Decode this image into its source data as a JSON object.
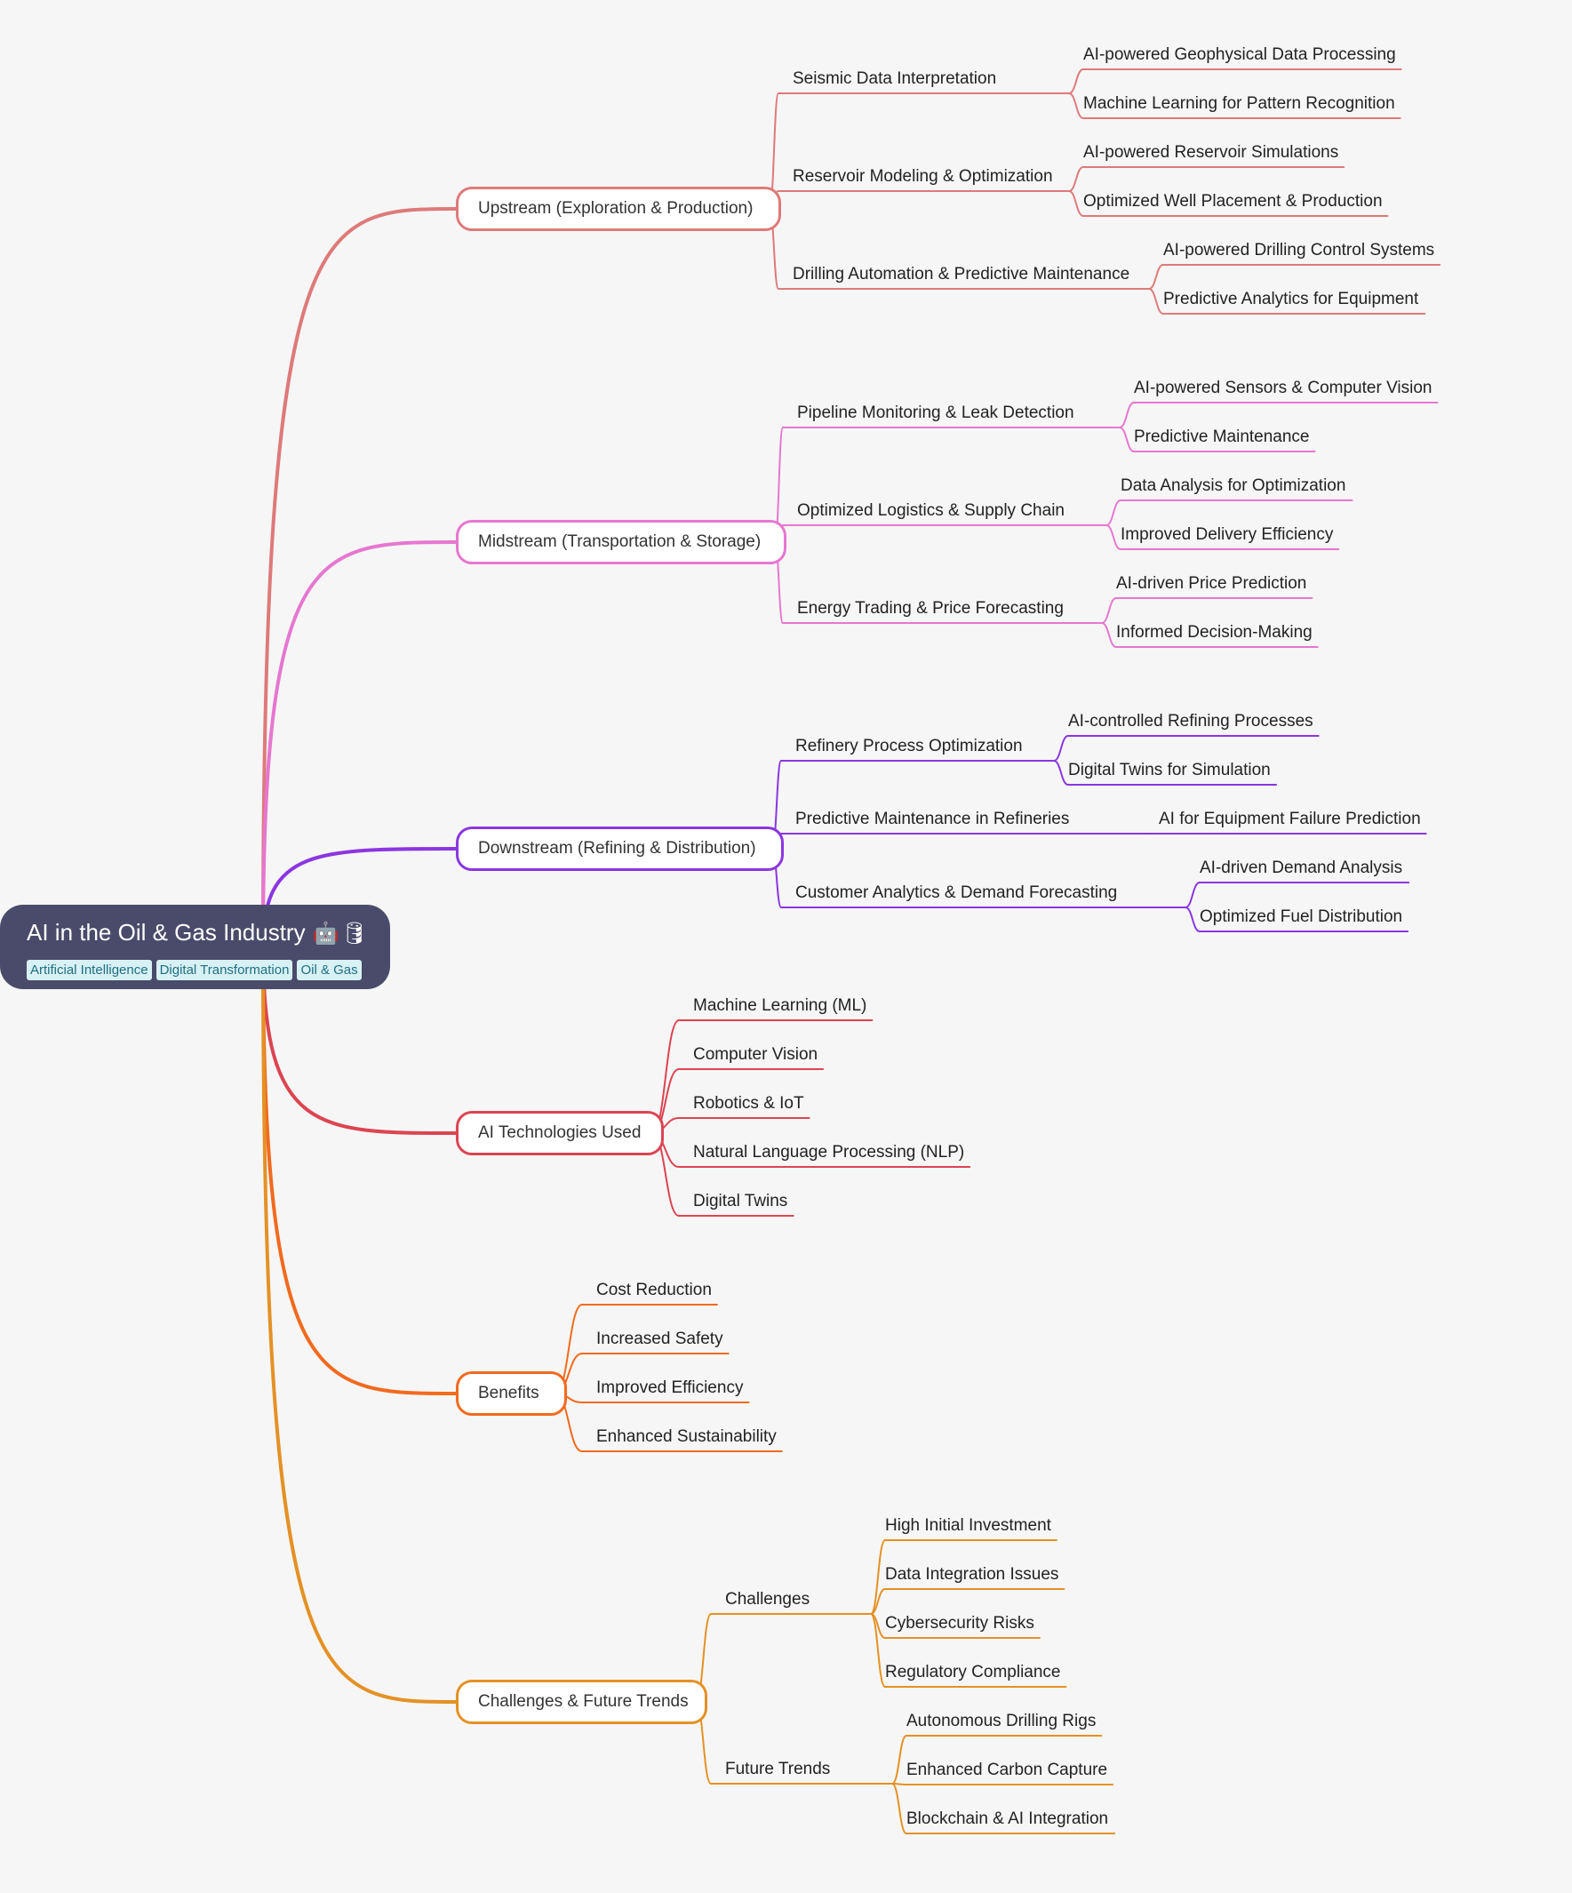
{
  "root": {
    "title": "AI in the Oil & Gas Industry",
    "emoji": "🤖🛢",
    "tags": [
      "Artificial Intelligence",
      "Digital Transformation",
      "Oil & Gas"
    ]
  },
  "branches": [
    {
      "label": "Upstream (Exploration & Production)",
      "color": "#de7a7a",
      "children": [
        {
          "label": "Seismic Data Interpretation",
          "children": [
            "AI-powered Geophysical Data Processing",
            "Machine Learning for Pattern Recognition"
          ]
        },
        {
          "label": "Reservoir Modeling & Optimization",
          "children": [
            "AI-powered Reservoir Simulations",
            "Optimized Well Placement & Production"
          ]
        },
        {
          "label": "Drilling Automation & Predictive Maintenance",
          "children": [
            "AI-powered Drilling Control Systems",
            "Predictive Analytics for Equipment"
          ]
        }
      ]
    },
    {
      "label": "Midstream (Transportation & Storage)",
      "color": "#e677d0",
      "children": [
        {
          "label": "Pipeline Monitoring & Leak Detection",
          "children": [
            "AI-powered Sensors & Computer Vision",
            "Predictive Maintenance"
          ]
        },
        {
          "label": "Optimized Logistics & Supply Chain",
          "children": [
            "Data Analysis for Optimization",
            "Improved Delivery Efficiency"
          ]
        },
        {
          "label": "Energy Trading & Price Forecasting",
          "children": [
            "AI-driven Price Prediction",
            "Informed Decision-Making"
          ]
        }
      ]
    },
    {
      "label": "Downstream (Refining & Distribution)",
      "color": "#8b36e0",
      "children": [
        {
          "label": "Refinery Process Optimization",
          "children": [
            "AI-controlled Refining Processes",
            "Digital Twins for Simulation"
          ]
        },
        {
          "label": "Predictive Maintenance in Refineries",
          "children": [
            "AI for Equipment Failure Prediction"
          ]
        },
        {
          "label": "Customer Analytics & Demand Forecasting",
          "children": [
            "AI-driven Demand Analysis",
            "Optimized Fuel Distribution"
          ]
        }
      ]
    },
    {
      "label": "AI Technologies Used",
      "color": "#dc4452",
      "children": [
        {
          "label": "Machine Learning (ML)",
          "children": []
        },
        {
          "label": "Computer Vision",
          "children": []
        },
        {
          "label": "Robotics & IoT",
          "children": []
        },
        {
          "label": "Natural Language Processing (NLP)",
          "children": []
        },
        {
          "label": "Digital Twins",
          "children": []
        }
      ]
    },
    {
      "label": "Benefits",
      "color": "#f26a1e",
      "children": [
        {
          "label": "Cost Reduction",
          "children": []
        },
        {
          "label": "Increased Safety",
          "children": []
        },
        {
          "label": "Improved Efficiency",
          "children": []
        },
        {
          "label": "Enhanced Sustainability",
          "children": []
        }
      ]
    },
    {
      "label": "Challenges & Future Trends",
      "color": "#e49125",
      "children": [
        {
          "label": "Challenges",
          "children": [
            "High Initial Investment",
            "Data Integration Issues",
            "Cybersecurity Risks",
            "Regulatory Compliance"
          ]
        },
        {
          "label": "Future Trends",
          "children": [
            "Autonomous Drilling Rigs",
            "Enhanced Carbon Capture",
            "Blockchain & AI Integration"
          ]
        }
      ]
    }
  ]
}
